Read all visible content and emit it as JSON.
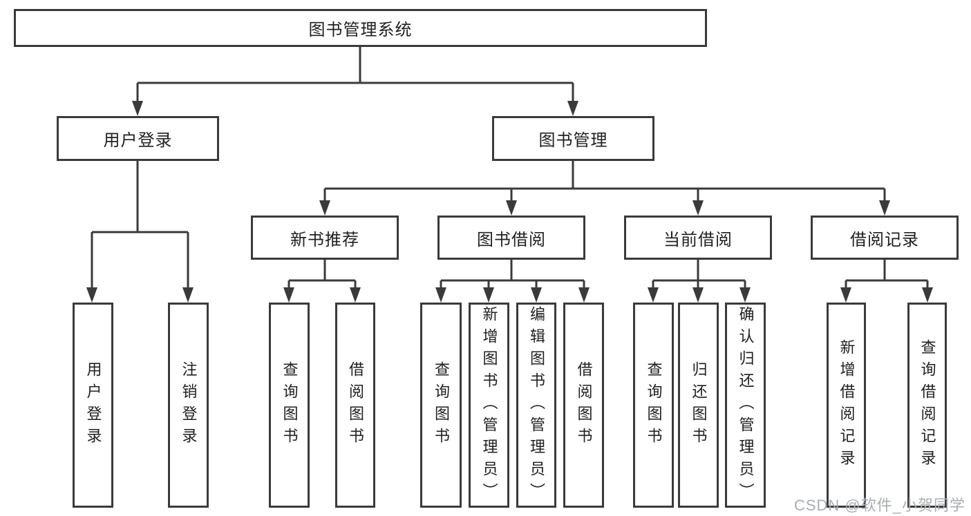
{
  "diagram": {
    "root": {
      "label": "图书管理系统"
    },
    "branches": [
      {
        "label": "用户登录",
        "children": [
          {
            "label": "用户登录"
          },
          {
            "label": "注销登录"
          }
        ]
      },
      {
        "label": "图书管理",
        "children": [
          {
            "label": "新书推荐",
            "children": [
              {
                "label": "查询图书"
              },
              {
                "label": "借阅图书"
              }
            ]
          },
          {
            "label": "图书借阅",
            "children": [
              {
                "label": "查询图书"
              },
              {
                "label": "新增图书（管理员）"
              },
              {
                "label": "编辑图书（管理员）"
              },
              {
                "label": "借阅图书"
              }
            ]
          },
          {
            "label": "当前借阅",
            "children": [
              {
                "label": "查询图书"
              },
              {
                "label": "归还图书"
              },
              {
                "label": "确认归还（管理员）"
              }
            ]
          },
          {
            "label": "借阅记录",
            "children": [
              {
                "label": "新增借阅记录"
              },
              {
                "label": "查询借阅记录"
              }
            ]
          }
        ]
      }
    ]
  },
  "watermark": {
    "text": "CSDN @软件_小贺同学"
  },
  "colors": {
    "line": "#3a3a3a",
    "text": "#1f1f1f",
    "watermark": "#a6aeb6",
    "background": "#ffffff"
  }
}
